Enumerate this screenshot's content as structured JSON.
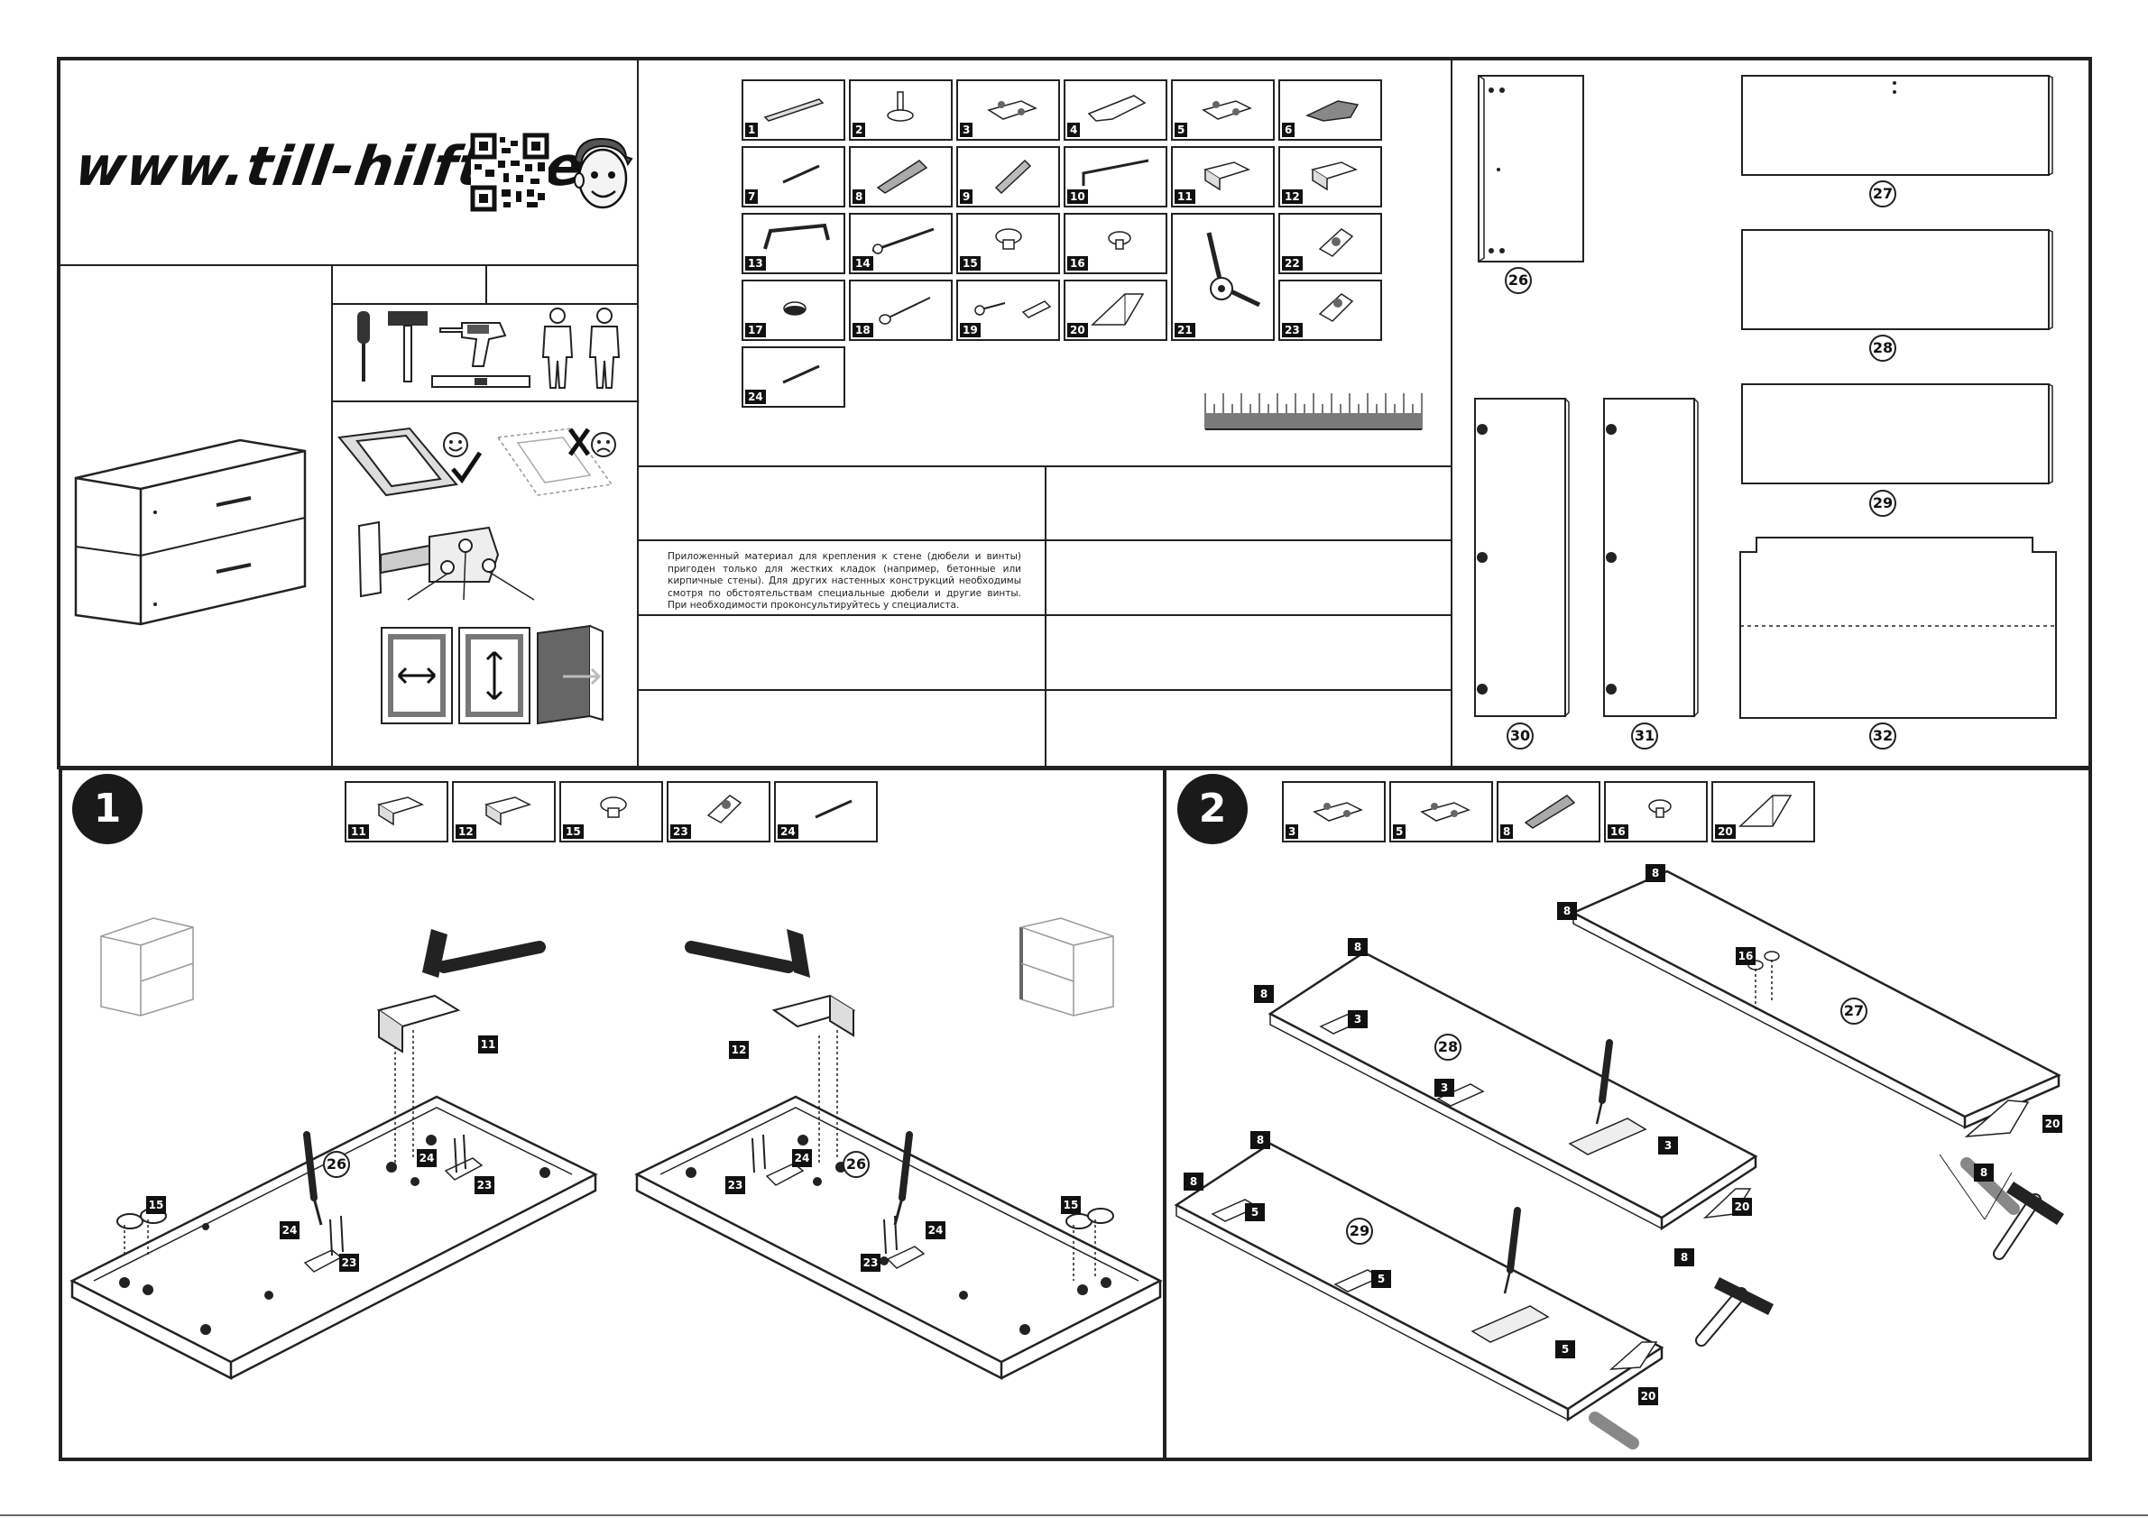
{
  "header": {
    "website": "www.till-hilft.de"
  },
  "warning_note": "Приложенный материал для крепления к стене (дюбели и винты) пригоден только для жестких кладок (например, бетонные или кирпичные стены). Для других настенных конструкций необходимы смотря по обстоятельствам специальные дюбели и другие винты. При необходимости проконсультируйтесь у специалиста.",
  "parts_list": [
    "1",
    "2",
    "3",
    "4",
    "5",
    "6",
    "7",
    "8",
    "9",
    "10",
    "11",
    "12",
    "13",
    "14",
    "15",
    "16",
    "17",
    "18",
    "19",
    "20",
    "21",
    "22",
    "23",
    "24"
  ],
  "panels": [
    "26",
    "27",
    "28",
    "29",
    "30",
    "31",
    "32"
  ],
  "steps": [
    {
      "number": "1",
      "parts": [
        "11",
        "12",
        "15",
        "23",
        "24"
      ],
      "labels": [
        "11",
        "12",
        "26",
        "26",
        "15",
        "15",
        "24",
        "24",
        "24",
        "24",
        "23",
        "23",
        "23",
        "23"
      ]
    },
    {
      "number": "2",
      "parts": [
        "3",
        "5",
        "8",
        "16",
        "20"
      ],
      "labels": [
        "8",
        "8",
        "8",
        "8",
        "8",
        "8",
        "8",
        "8",
        "3",
        "3",
        "3",
        "5",
        "5",
        "5",
        "16",
        "20",
        "20",
        "20",
        "27",
        "28",
        "29"
      ]
    }
  ],
  "icons": [
    "qr-code-icon",
    "boy-mascot-icon",
    "screwdriver-icon",
    "hammer-icon",
    "drill-icon",
    "spirit-level-icon",
    "two-persons-icon",
    "smiley-icon",
    "frown-icon",
    "check-icon",
    "cross-icon",
    "arrow-horizontal-icon",
    "arrow-vertical-icon",
    "arrow-depth-icon",
    "ruler-icon"
  ],
  "colors": {
    "ink": "#111111",
    "panel_edge": "#222222",
    "background": "#ffffff"
  }
}
